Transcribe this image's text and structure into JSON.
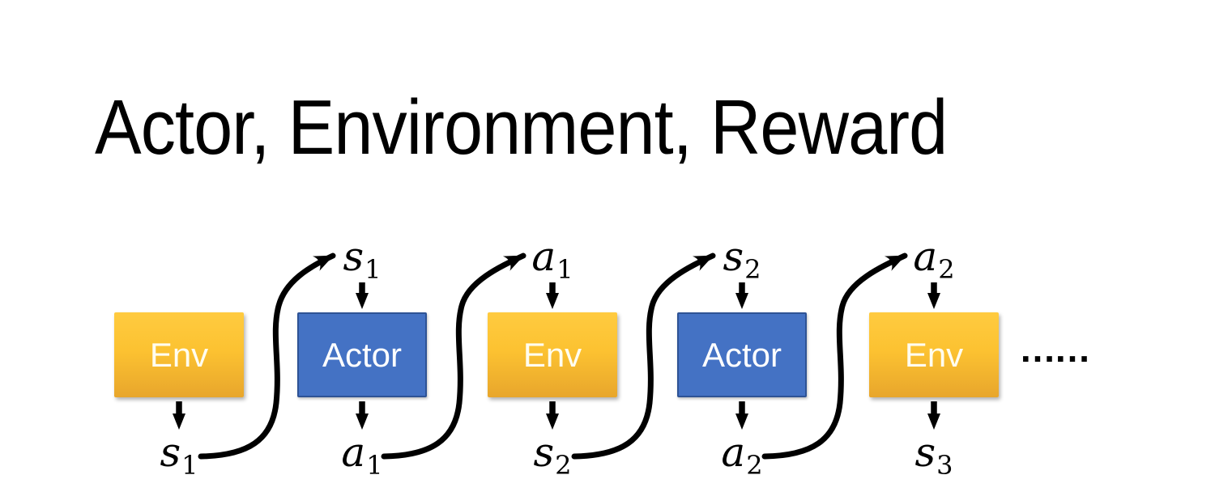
{
  "title": "Actor, Environment, Reward",
  "colors": {
    "env_gradient_top": "#FFCB40",
    "env_gradient_mid": "#FCC231",
    "env_gradient_bottom": "#E8A62C",
    "actor_fill": "#4472C4",
    "actor_border": "#2E5395",
    "arrow": "#000000",
    "background": "#FFFFFF"
  },
  "diagram": {
    "boxes": [
      {
        "label": "Env"
      },
      {
        "label": "Actor"
      },
      {
        "label": "Env"
      },
      {
        "label": "Actor"
      },
      {
        "label": "Env"
      }
    ],
    "top_labels": [
      {
        "base": "s",
        "sub": "1"
      },
      {
        "base": "a",
        "sub": "1"
      },
      {
        "base": "s",
        "sub": "2"
      },
      {
        "base": "a",
        "sub": "2"
      }
    ],
    "bottom_labels": [
      {
        "base": "s",
        "sub": "1"
      },
      {
        "base": "a",
        "sub": "1"
      },
      {
        "base": "s",
        "sub": "2"
      },
      {
        "base": "a",
        "sub": "2"
      },
      {
        "base": "s",
        "sub": "3"
      }
    ],
    "ellipsis": "……"
  }
}
